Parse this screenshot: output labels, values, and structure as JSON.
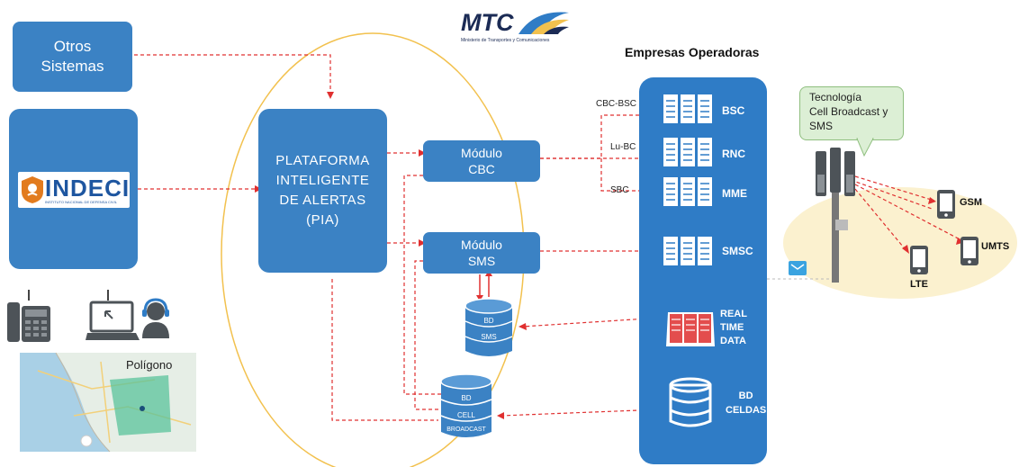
{
  "logo": {
    "mtc_text": "MTC",
    "mtc_sub": "Ministerio de Transportes y Comunicaciones",
    "indeci_text": "INDECI",
    "indeci_sub": "INSTITUTO NACIONAL DE DEFENSA CIVIL"
  },
  "left": {
    "otros_line1": "Otros",
    "otros_line2": "Sistemas",
    "map_label": "Polígono"
  },
  "pia": {
    "line1": "PLATAFORMA",
    "line2": "INTELIGENTE",
    "line3": "DE ALERTAS",
    "line4": "(PIA)"
  },
  "modules": {
    "cbc_line1": "Módulo",
    "cbc_line2": "CBC",
    "sms_line1": "Módulo",
    "sms_line2": "SMS"
  },
  "databases": {
    "bd_sms_line1": "BD",
    "bd_sms_line2": "SMS",
    "bd_cell_line1": "BD",
    "bd_cell_line2": "CELL",
    "bd_cell_line3": "BROADCAST"
  },
  "operators": {
    "title": "Empresas Operadoras",
    "bsc": "BSC",
    "rnc": "RNC",
    "mme": "MME",
    "smsc": "SMSC",
    "rtd_line1": "REAL",
    "rtd_line2": "TIME",
    "rtd_line3": "DATA",
    "bdc_line1": "BD",
    "bdc_line2": "CELDAS"
  },
  "links": {
    "cbc_bsc": "CBC-BSC",
    "lu_bc": "Lu-BC",
    "sbc": "SBC"
  },
  "tech": {
    "line1": "Tecnología",
    "line2": "Cell Broadcast y",
    "line3": "SMS"
  },
  "devices": {
    "gsm": "GSM",
    "lte": "LTE",
    "umts": "UMTS"
  },
  "colors": {
    "box_blue": "#3b82c4",
    "operators_blue": "#2f7cc6",
    "dashed_red": "#e03030",
    "ellipse_yellow": "#f2c14e",
    "coverage_fill": "#fbf1cf",
    "bubble_green": "#dcefd5"
  }
}
